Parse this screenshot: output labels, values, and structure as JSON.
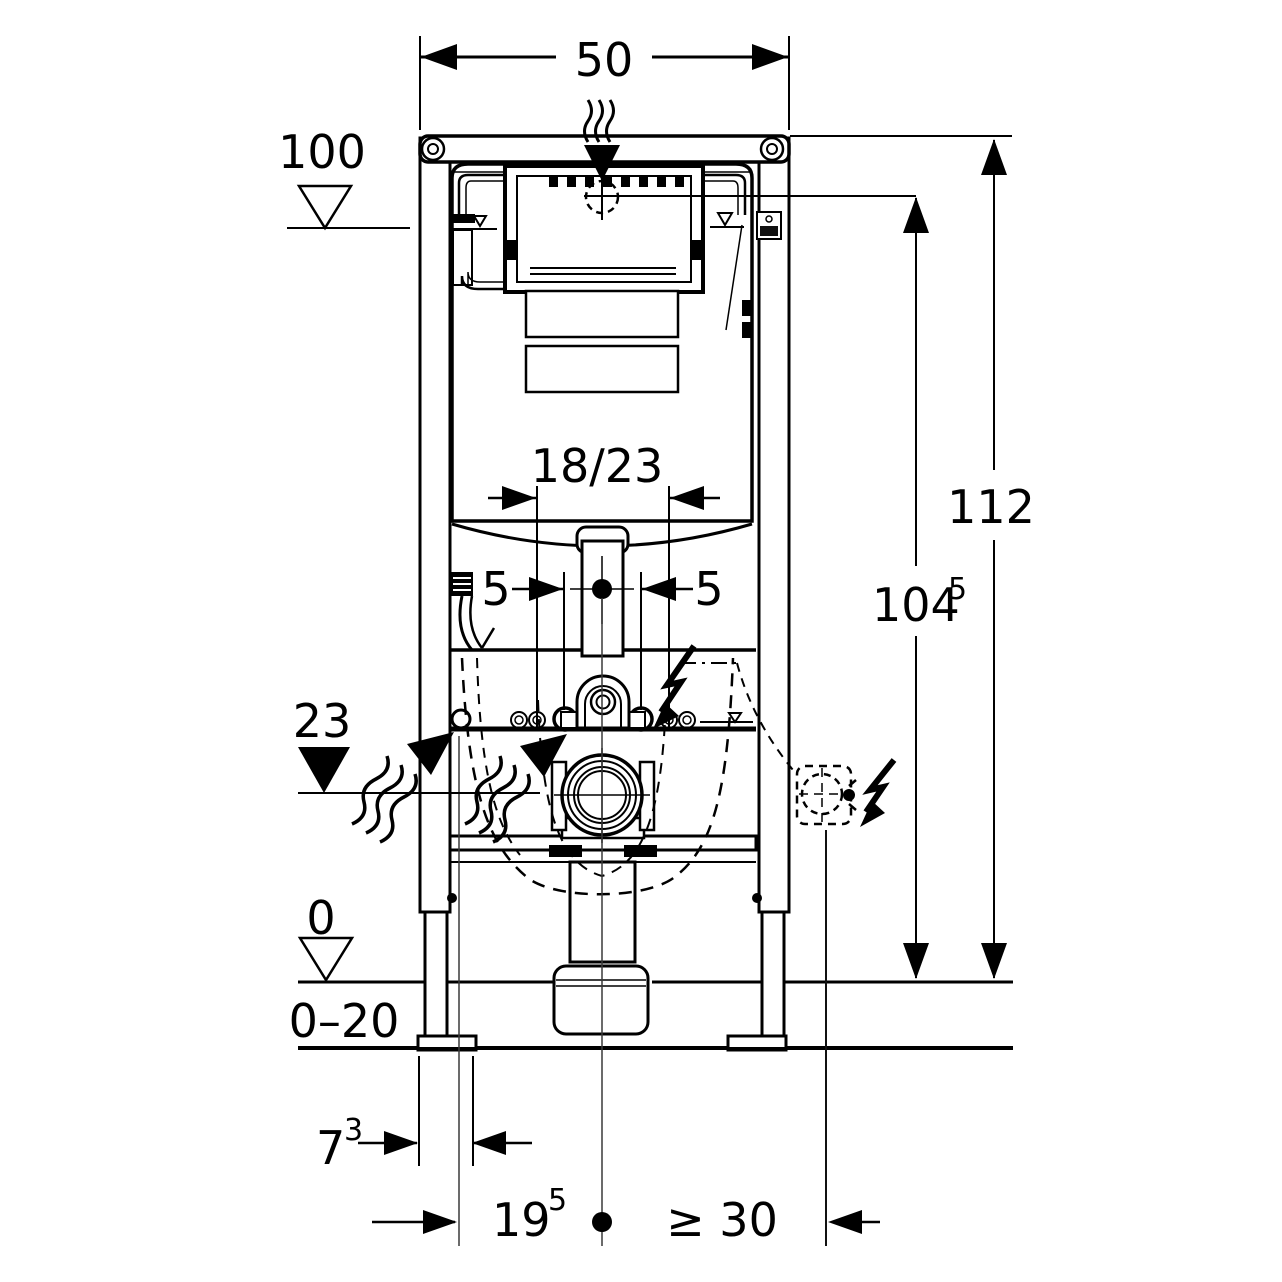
{
  "diagram": {
    "type": "technical-installation-drawing",
    "subject": "wall-hung WC concealed cistern element, front view with dimensions (cm)",
    "colors": {
      "line": "#000000",
      "background": "#ffffff",
      "centerline": "#3a3a3a"
    },
    "dimensions": {
      "frame_width": "50",
      "upper_supply_level": "100",
      "total_height": "112",
      "actuation_height": "104",
      "actuation_height_sup": "5",
      "pan_fixing_spacing": "18/23",
      "water_offset_left": "5",
      "water_offset_right": "5",
      "outlet_level": "23",
      "floor_level": "0",
      "floor_finish_range": "0–20",
      "frame_depth": "7",
      "frame_depth_sup": "3",
      "outlet_setout": "19",
      "outlet_setout_sup": "5",
      "side_clearance": "≥ 30"
    },
    "icons": {
      "odor_extraction": "wavy-flow-with-down-arrow",
      "actuation_point": "dashed-crosshair-circle",
      "water_level_marks": "inverted-open-triangle",
      "outlet_level_mark": "inverted-filled-triangle",
      "fixing_direction": "wavy-up-right-arrow",
      "electrical_connection": "lightning-bolt-arrow",
      "power_outlet_provision": "dashed-box-with-circle"
    }
  }
}
